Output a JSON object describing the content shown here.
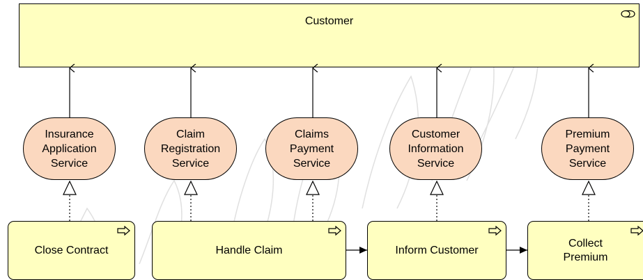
{
  "diagram": {
    "role": {
      "name": "Customer",
      "icon": "role-icon"
    },
    "services": [
      {
        "name": "Insurance\nApplication\nService"
      },
      {
        "name": "Claim\nRegistration\nService"
      },
      {
        "name": "Claims\nPayment\nService"
      },
      {
        "name": "Customer\nInformation\nService"
      },
      {
        "name": "Premium\nPayment\nService"
      }
    ],
    "processes": [
      {
        "name": "Close Contract",
        "icon": "arrow-right-icon"
      },
      {
        "name": "Handle Claim",
        "icon": "arrow-right-icon"
      },
      {
        "name": "Inform Customer",
        "icon": "arrow-right-icon"
      },
      {
        "name": "Collect\nPremium",
        "icon": "arrow-right-icon"
      }
    ],
    "colors": {
      "role_fill": "#ffffc0",
      "service_fill": "#fbd8bf",
      "process_fill": "#ffffc0",
      "line": "#000000"
    }
  }
}
